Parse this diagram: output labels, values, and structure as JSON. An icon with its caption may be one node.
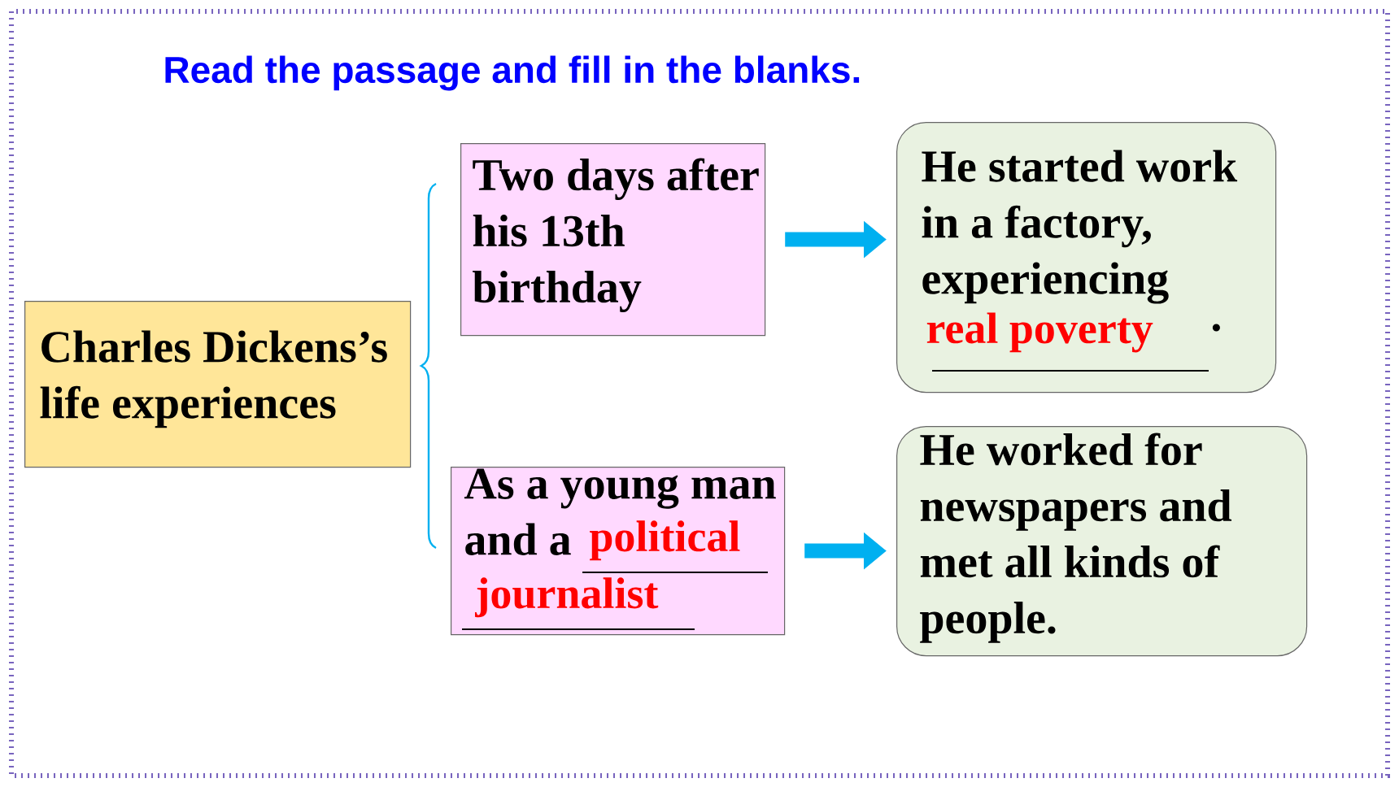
{
  "diagram": {
    "title": "Read the passage and fill in the blanks.",
    "nodes": [
      {
        "text": [
          "Charles Dickens’s life experiences"
        ]
      },
      {
        "text": [
          "Two days after his 13th birthday"
        ]
      },
      {
        "text": [
          "As a young man and a",
          "political",
          "journalist"
        ]
      },
      {
        "text": [
          "He started work in a factory, experiencing",
          "real poverty",
          "."
        ]
      },
      {
        "text": [
          "He worked for newspapers and met all kinds of people."
        ]
      }
    ],
    "edges": [
      {
        "from": 1,
        "to": 3,
        "arrow": "to"
      },
      {
        "from": 2,
        "to": 4,
        "arrow": "to"
      }
    ]
  }
}
